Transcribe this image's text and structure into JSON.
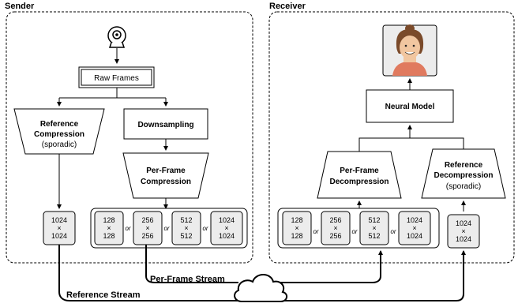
{
  "sender": {
    "title": "Sender",
    "raw_frames": "Raw Frames",
    "ref_compression": [
      "Reference",
      "Compression",
      "(sporadic)"
    ],
    "downsampling": "Downsampling",
    "per_frame_compression": [
      "Per-Frame",
      "Compression"
    ],
    "ref_res": [
      "1024",
      "×",
      "1024"
    ],
    "res_options": [
      [
        "128",
        "×",
        "128"
      ],
      [
        "256",
        "×",
        "256"
      ],
      [
        "512",
        "×",
        "512"
      ],
      [
        "1024",
        "×",
        "1024"
      ]
    ]
  },
  "receiver": {
    "title": "Receiver",
    "neural_model": "Neural Model",
    "per_frame_decompression": [
      "Per-Frame",
      "Decompression"
    ],
    "ref_decompression": [
      "Reference",
      "Decompression",
      "(sporadic)"
    ],
    "ref_res": [
      "1024",
      "×",
      "1024"
    ],
    "res_options": [
      [
        "128",
        "×",
        "128"
      ],
      [
        "256",
        "×",
        "256"
      ],
      [
        "512",
        "×",
        "512"
      ],
      [
        "1024",
        "×",
        "1024"
      ]
    ]
  },
  "or_label": "or",
  "streams": {
    "per_frame": "Per-Frame Stream",
    "reference": "Reference Stream"
  },
  "icons": [
    "webcam-icon",
    "person-avatar-icon",
    "cloud-icon"
  ]
}
